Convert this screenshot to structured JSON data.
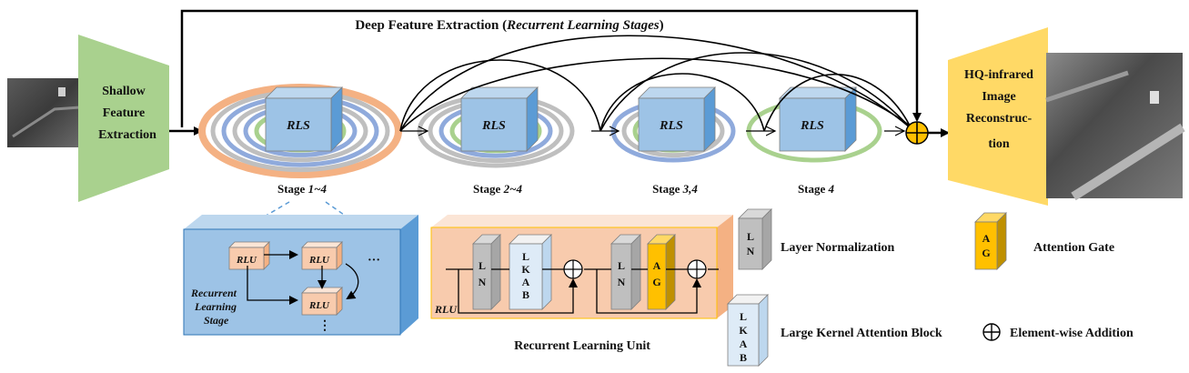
{
  "title": {
    "main": "Deep Feature Extraction (",
    "italic": "Recurrent Learning Stages",
    "close": ")"
  },
  "shallow": {
    "line1": "Shallow",
    "line2": "Feature",
    "line3": "Extraction"
  },
  "recon": {
    "line1": "HQ-infrared",
    "line2": "Image",
    "line3": "Reconstruc-",
    "line4": "tion"
  },
  "rls_label": "RLS",
  "stages": [
    {
      "prefix": "Stage ",
      "range": "1~4"
    },
    {
      "prefix": "Stage ",
      "range": "2~4"
    },
    {
      "prefix": "Stage ",
      "range": "3,4"
    },
    {
      "prefix": "Stage ",
      "range": "4"
    }
  ],
  "rlu_label": "RLU",
  "rls_detail": {
    "line1": "Recurrent",
    "line2": "Learning",
    "line3": "Stage",
    "ellipsis": "···",
    "vdots": "⋮"
  },
  "rlu_detail": {
    "title": "Recurrent Learning Unit",
    "rlu": "RLU"
  },
  "blocks": {
    "ln": [
      "L",
      "N"
    ],
    "lkab": [
      "L",
      "K",
      "A",
      "B"
    ],
    "ag": [
      "A",
      "G"
    ]
  },
  "legend": {
    "ln": "Layer Normalization",
    "ag": "Attention Gate",
    "lkab": "Large Kernel Attention Block",
    "add": "Element-wise Addition"
  },
  "colors": {
    "green": "#a9d18e",
    "yellow": "#ffd966",
    "rls_front": "#9dc3e6",
    "rls_top": "#bdd7ee",
    "rls_side": "#5b9bd5",
    "orange_ring": "#f4b183",
    "grey_ring": "#bfbfbf",
    "blue_ring": "#8faadc",
    "green_ring": "#a9d18e",
    "rlu_front": "#f8cbad",
    "ag": "#ffc000",
    "ln": "#bfbfbf",
    "lkab": "#deebf7"
  }
}
